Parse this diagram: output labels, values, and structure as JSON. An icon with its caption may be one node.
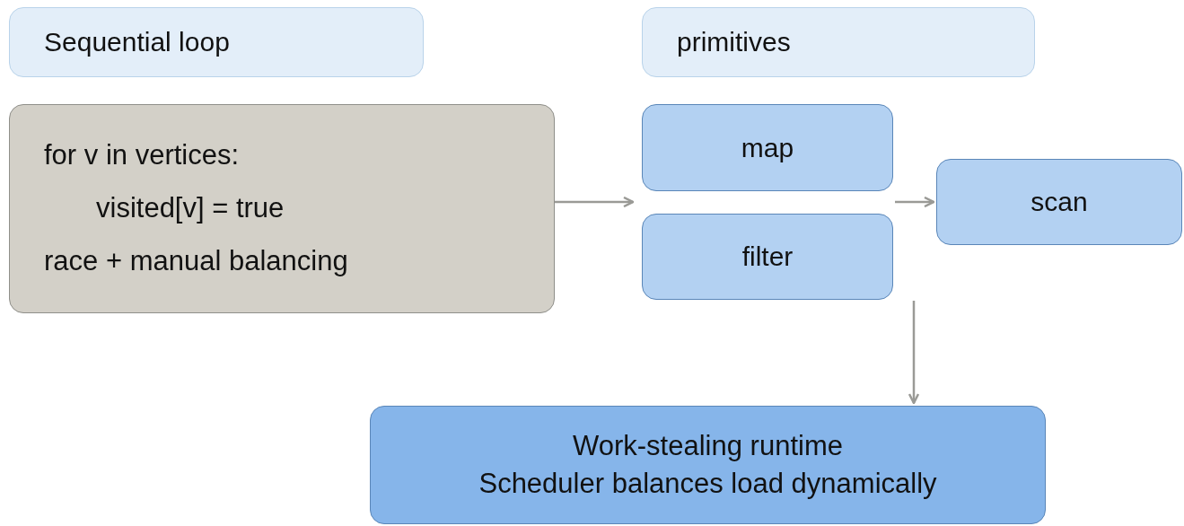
{
  "diagram": {
    "nodes": [
      {
        "text": [
          "Sequential loop"
        ]
      },
      {
        "text": [
          "for v in vertices:",
          "visited[v] = true",
          "race + manual balancing"
        ]
      },
      {
        "text": [
          "primitives"
        ]
      },
      {
        "text": [
          "map"
        ]
      },
      {
        "text": [
          "filter"
        ]
      },
      {
        "text": [
          "scan"
        ]
      },
      {
        "text": [
          "Work-stealing runtime",
          "Scheduler balances load dynamically"
        ]
      }
    ],
    "edges": [
      {
        "from": 1,
        "to": 3,
        "arrow": "to"
      },
      {
        "from": 1,
        "to": 4,
        "arrow": "to"
      },
      {
        "from": 3,
        "to": 5,
        "arrow": "to"
      },
      {
        "from": 4,
        "to": 5,
        "arrow": "to"
      },
      {
        "from": null,
        "to": 6,
        "arrow": "to"
      }
    ]
  }
}
